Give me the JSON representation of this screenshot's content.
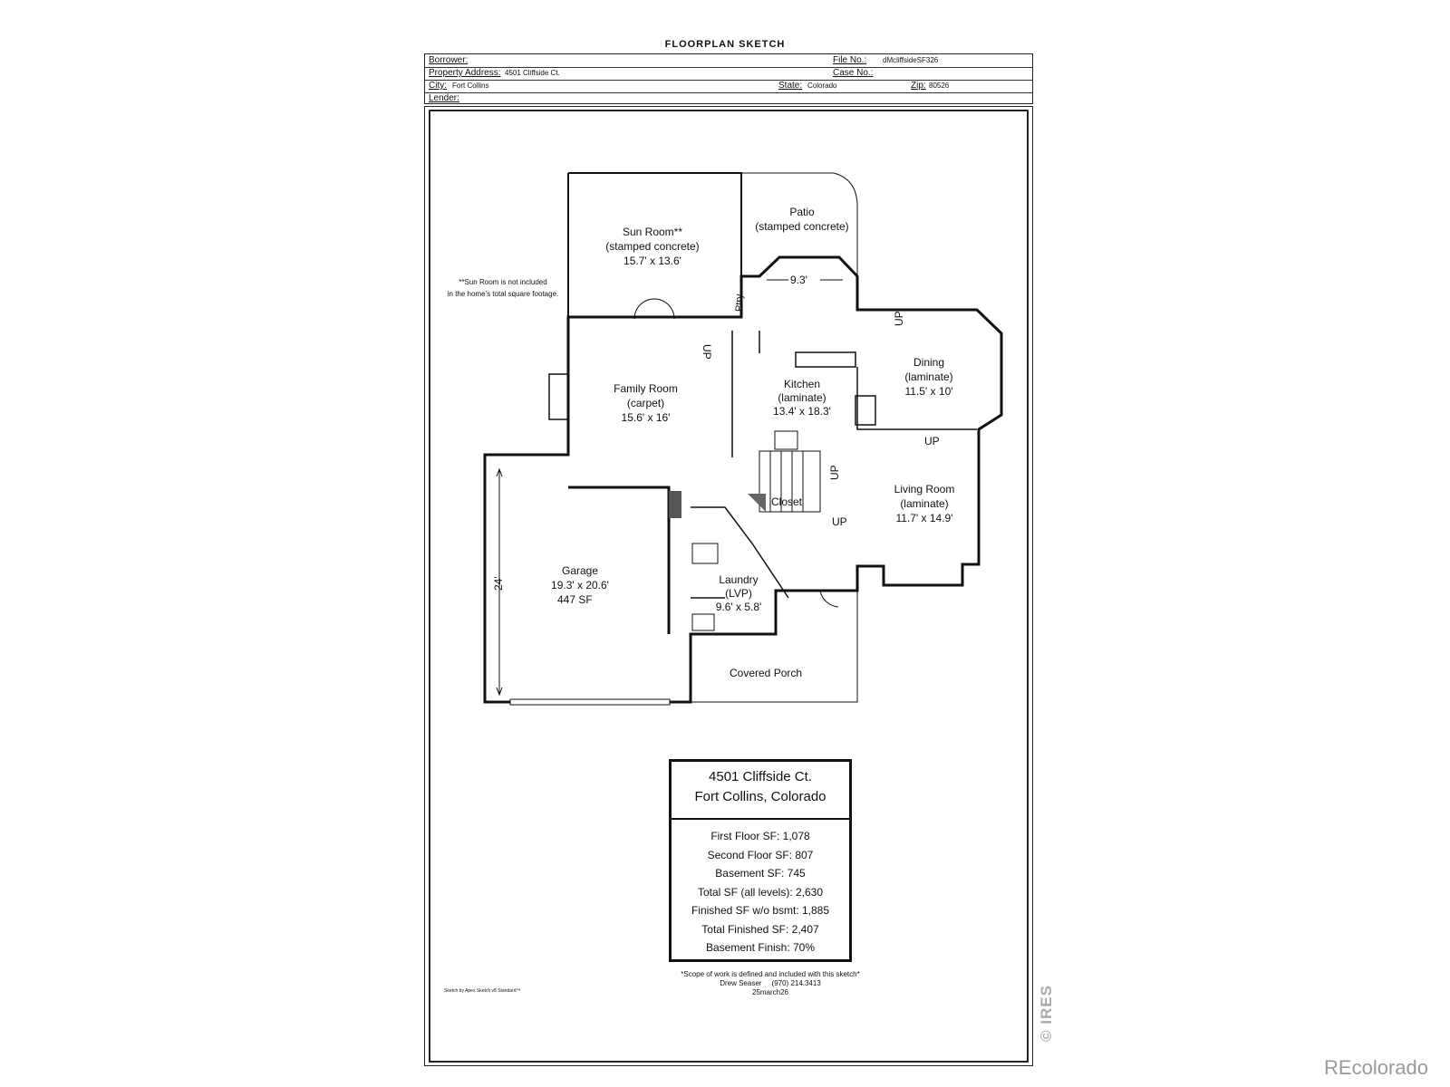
{
  "sheet": {
    "title": "FLOORPLAN SKETCH",
    "borrower_label": "Borrower:",
    "property_label": "Property Address:",
    "property_value": "4501 Cliffside Ct.",
    "city_label": "City:",
    "city_value": "Fort Collins",
    "lender_label": "Lender:",
    "file_label": "File No.:",
    "file_value": "dMcliffsideSF326",
    "case_label": "Case No.:",
    "state_label": "State:",
    "state_value": "Colorado",
    "zip_label": "Zip:",
    "zip_value": "80526"
  },
  "plan": {
    "sunroom": {
      "name": "Sun Room**",
      "floor": "(stamped concrete)",
      "dims": "15.7' x 13.6'"
    },
    "sunroom_note": [
      "**Sun Room is not included",
      "in the home's total square footage."
    ],
    "patio": {
      "name": "Patio",
      "floor": "(stamped concrete)"
    },
    "nook_dim": "9.3'",
    "pantry": "Ptry.",
    "family": {
      "name": "Family Room",
      "floor": "(carpet)",
      "dims": "15.6' x 16'"
    },
    "kitchen": {
      "name": "Kitchen",
      "floor": "(laminate)",
      "dims": "13.4' x 18.3'"
    },
    "dining": {
      "name": "Dining",
      "floor": "(laminate)",
      "dims": "11.5' x 10'"
    },
    "living": {
      "name": "Living Room",
      "floor": "(laminate)",
      "dims": "11.7' x 14.9'"
    },
    "closet": "Closet",
    "garage": {
      "name": "Garage",
      "dims": "19.3' x 20.6'",
      "area": "447 SF",
      "depth": "24'"
    },
    "laundry": {
      "name": "Laundry",
      "floor": "(LVP)",
      "dims": "9.6' x 5.8'"
    },
    "porch": "Covered Porch",
    "up": "UP"
  },
  "summary": {
    "address_line1": "4501 Cliffside Ct.",
    "address_line2": "Fort Collins, Colorado",
    "stats": [
      "First Floor SF: 1,078",
      "Second Floor SF: 807",
      "Basement SF: 745",
      "Total SF (all levels): 2,630",
      "Finished SF w/o bsmt: 1,885",
      "Total Finished SF: 2,407",
      "Basement Finish: 70%"
    ]
  },
  "footnote": [
    "*Scope of work is defined and included with this sketch*",
    "Drew Seaser     (970) 214.3413",
    "25march26"
  ],
  "credit": "Sketch by Apex Sketch v8 Standard™",
  "ires": "© IRES",
  "watermark": "REcolorado"
}
